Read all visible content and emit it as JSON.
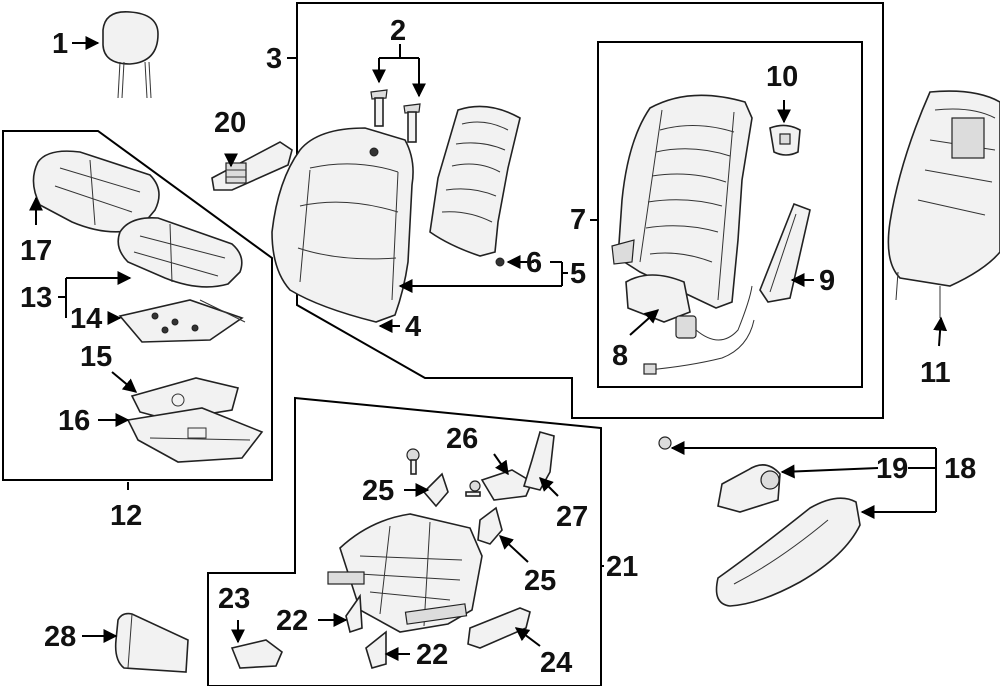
{
  "callouts": {
    "c1": "1",
    "c2": "2",
    "c3": "3",
    "c4": "4",
    "c5": "5",
    "c6": "6",
    "c7": "7",
    "c8": "8",
    "c9": "9",
    "c10": "10",
    "c11": "11",
    "c12": "12",
    "c13": "13",
    "c14": "14",
    "c15": "15",
    "c16": "16",
    "c17": "17",
    "c18": "18",
    "c19": "19",
    "c20": "20",
    "c21": "21",
    "c22a": "22",
    "c22b": "22",
    "c23": "23",
    "c24": "24",
    "c25a": "25",
    "c25b": "25",
    "c26": "26",
    "c27": "27",
    "c28": "28"
  }
}
